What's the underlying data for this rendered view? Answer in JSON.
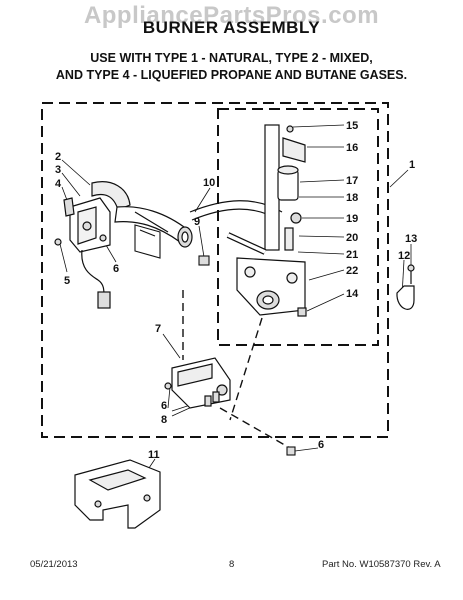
{
  "watermark": "AppliancePartsPros.com",
  "title": "BURNER ASSEMBLY",
  "subtitle": {
    "line1": "USE WITH TYPE 1 - NATURAL, TYPE 2 - MIXED,",
    "line2": "AND TYPE 4 - LIQUEFIED PROPANE AND BUTANE GASES."
  },
  "callouts": {
    "c1": "1",
    "c2": "2",
    "c3": "3",
    "c4": "4",
    "c5": "5",
    "c6a": "6",
    "c6b": "6",
    "c6c": "6",
    "c7": "7",
    "c8": "8",
    "c9": "9",
    "c10": "10",
    "c11": "11",
    "c12": "12",
    "c13": "13",
    "c14": "14",
    "c15": "15",
    "c16": "16",
    "c17": "17",
    "c18": "18",
    "c19": "19",
    "c20": "20",
    "c21": "21",
    "c22": "22"
  },
  "footer": {
    "date": "05/21/2013",
    "page": "8",
    "doc": "Part No.  W10587370  Rev. A"
  }
}
